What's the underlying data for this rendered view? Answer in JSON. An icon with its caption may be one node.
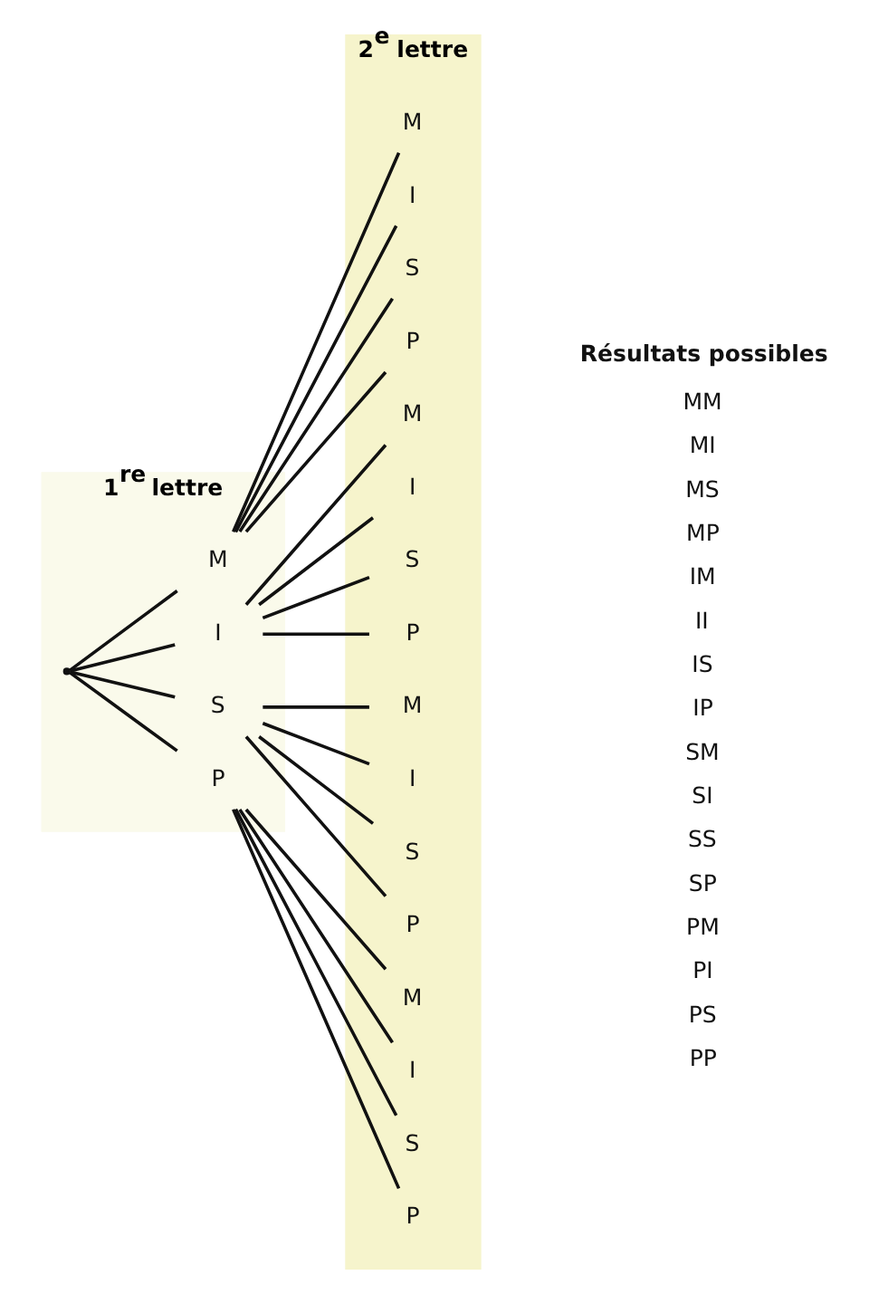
{
  "diagram": {
    "nodes": [
      {
        "text": [
          "1$^{re}$ lettre"
        ]
      },
      {
        "text": [
          "2$^{e}$ lettre"
        ]
      },
      {
        "text": [],
        "shape": "point",
        "in": 0
      },
      {
        "text": [
          "M"
        ],
        "in": 0
      },
      {
        "text": [
          "M"
        ],
        "in": 1
      },
      {
        "text": [
          "I"
        ],
        "in": 1
      },
      {
        "text": [
          "S"
        ],
        "in": 1
      },
      {
        "text": [
          "P"
        ],
        "in": 1
      },
      {
        "text": [
          "I"
        ],
        "in": 0
      },
      {
        "text": [
          "M"
        ],
        "in": 1
      },
      {
        "text": [
          "I"
        ],
        "in": 1
      },
      {
        "text": [
          "S"
        ],
        "in": 1
      },
      {
        "text": [
          "P"
        ],
        "in": 1
      },
      {
        "text": [
          "S"
        ],
        "in": 0
      },
      {
        "text": [
          "M"
        ],
        "in": 1
      },
      {
        "text": [
          "I"
        ],
        "in": 1
      },
      {
        "text": [
          "S"
        ],
        "in": 1
      },
      {
        "text": [
          "P"
        ],
        "in": 1
      },
      {
        "text": [
          "P"
        ],
        "in": 0
      },
      {
        "text": [
          "M"
        ],
        "in": 1
      },
      {
        "text": [
          "I"
        ],
        "in": 1
      },
      {
        "text": [
          "S"
        ],
        "in": 1
      },
      {
        "text": [
          "P"
        ],
        "in": 1
      }
    ],
    "edges": [
      {
        "from": 2,
        "to": 3,
        "arrow": "none"
      },
      {
        "from": 2,
        "to": 8,
        "arrow": "none"
      },
      {
        "from": 2,
        "to": 13,
        "arrow": "none"
      },
      {
        "from": 2,
        "to": 18,
        "arrow": "none"
      },
      {
        "from": 3,
        "to": 4,
        "arrow": "none"
      },
      {
        "from": 3,
        "to": 5,
        "arrow": "none"
      },
      {
        "from": 3,
        "to": 6,
        "arrow": "none"
      },
      {
        "from": 3,
        "to": 7,
        "arrow": "none"
      },
      {
        "from": 8,
        "to": 9,
        "arrow": "none"
      },
      {
        "from": 8,
        "to": 10,
        "arrow": "none"
      },
      {
        "from": 8,
        "to": 11,
        "arrow": "none"
      },
      {
        "from": 8,
        "to": 12,
        "arrow": "none"
      },
      {
        "from": 13,
        "to": 14,
        "arrow": "none"
      },
      {
        "from": 13,
        "to": 15,
        "arrow": "none"
      },
      {
        "from": 13,
        "to": 16,
        "arrow": "none"
      },
      {
        "from": 13,
        "to": 17,
        "arrow": "none"
      },
      {
        "from": 18,
        "to": 19,
        "arrow": "none"
      },
      {
        "from": 18,
        "to": 20,
        "arrow": "none"
      },
      {
        "from": 18,
        "to": 21,
        "arrow": "none"
      },
      {
        "from": 18,
        "to": 22,
        "arrow": "none"
      }
    ],
    "labels": [
      "Résultats possibles",
      "MM",
      "MI",
      "MS",
      "MP",
      "IM",
      "II",
      "IS",
      "IP",
      "SM",
      "SI",
      "SS",
      "SP",
      "PM",
      "PI",
      "PS",
      "PP"
    ]
  }
}
